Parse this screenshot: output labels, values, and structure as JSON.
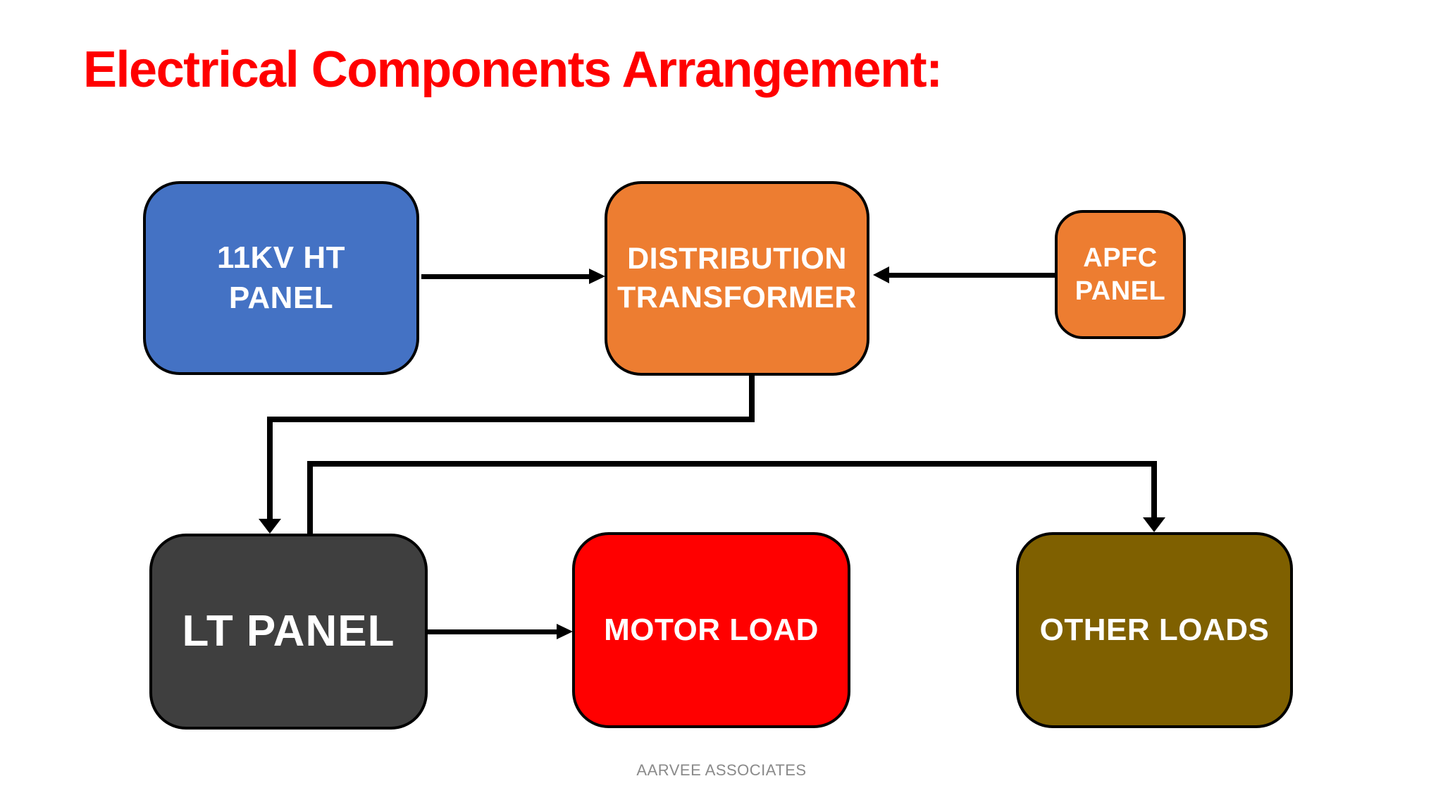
{
  "slide": {
    "title": "Electrical Components Arrangement:",
    "footer": "AARVEE ASSOCIATES"
  },
  "colors": {
    "title_red": "#FF0000",
    "box_blue": "#4472C4",
    "box_orange": "#ED7D31",
    "box_dark_gray": "#3F3F3F",
    "box_red": "#FF0000",
    "box_olive": "#7F6000",
    "box_border": "#000000",
    "connector": "#000000",
    "label_white": "#FFFFFF",
    "footer_gray": "#8A8A8A"
  },
  "nodes": {
    "ht_panel": {
      "label": "11KV HT\nPANEL"
    },
    "transformer": {
      "label": "DISTRIBUTION\nTRANSFORMER"
    },
    "apfc": {
      "label": "APFC\nPANEL"
    },
    "lt_panel": {
      "label": "LT PANEL"
    },
    "motor_load": {
      "label": "MOTOR LOAD"
    },
    "other_loads": {
      "label": "OTHER LOADS"
    }
  },
  "connections": [
    {
      "from": "11KV HT PANEL",
      "to": "DISTRIBUTION TRANSFORMER",
      "style": "arrow-right"
    },
    {
      "from": "APFC PANEL",
      "to": "DISTRIBUTION TRANSFORMER",
      "style": "arrow-left"
    },
    {
      "from": "DISTRIBUTION TRANSFORMER",
      "to": "LT PANEL",
      "style": "elbow-arrow-down"
    },
    {
      "from": "LT PANEL",
      "to": "MOTOR LOAD",
      "style": "arrow-right"
    },
    {
      "from": "LT PANEL",
      "to": "OTHER LOADS",
      "style": "elbow-arrow-down"
    }
  ]
}
